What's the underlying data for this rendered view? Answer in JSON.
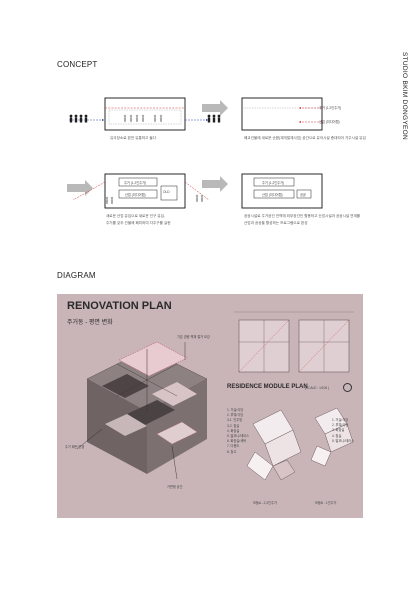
{
  "side_title": "STUDIO BKIM DONGYEON",
  "concept": {
    "title": "CONCEPT",
    "row1_left_caption": "유극장소로 완전 유통하고 들다",
    "row1_right_caption": "폐교건물에 새로운 순환(재개발재사업) 공간으로 유아시설 증대되어 거주시설 유입",
    "row1_label_a": "주거 (1,2인주거)",
    "row1_label_b": "산업 (미디어랩)",
    "row2_box_top": "주거 (1,2인주거)",
    "row2_box_mid": "산업 (미디어랩)",
    "row2_box_side": "OLD",
    "row2_caption_l1": "새로운 산업 유입으로 새로운 인구 유입,",
    "row2_caption_l2": "주거를 갖추 간물에 폐치하여 자주구를 실현",
    "row2_right_top": "주거 (1,2인주거)",
    "row2_right_mid": "산업 (미디어랩)",
    "row2_right_plus": "공공",
    "row2_right_caption_l1": "공공시설로 주거공간 전역에 외부공간인 활용하고 산업시설과 공공시설 연계를",
    "row2_right_caption_l2": "산업과 공공을 활성하는 프로그램으로 완성"
  },
  "diagram": {
    "title": "DIAGRAM",
    "renovation_title": "RENOVATION PLAN",
    "renovation_subtitle": "주거동 - 평면 변화",
    "callout_top": "기존 경량 벽체 철거 보강",
    "callout_left": "주거 패턴 변경",
    "callout_bottom": "가변형 공간",
    "module_plan_title": "RESIDENCE MODULE PLAN",
    "module_plan_scale": "(SCALE : 1/100 )",
    "module_a_label": "모듈A - 2,3인주거",
    "module_b_label": "모듈B - 1인주거",
    "legend_a": [
      "1. 거실/식당",
      "2. 부엌/식당",
      "3-1. 인주방",
      "3-2. 침실",
      "4. 화장실",
      "5. 발코니/테라스",
      "6. 화장실/세탁",
      "7. 다용도",
      "8. 창고"
    ],
    "legend_b": [
      "1. 거실/식당",
      "2. 부엌/식당",
      "3. 화장실",
      "4. 침실",
      "5. 발코니/테라스"
    ]
  }
}
